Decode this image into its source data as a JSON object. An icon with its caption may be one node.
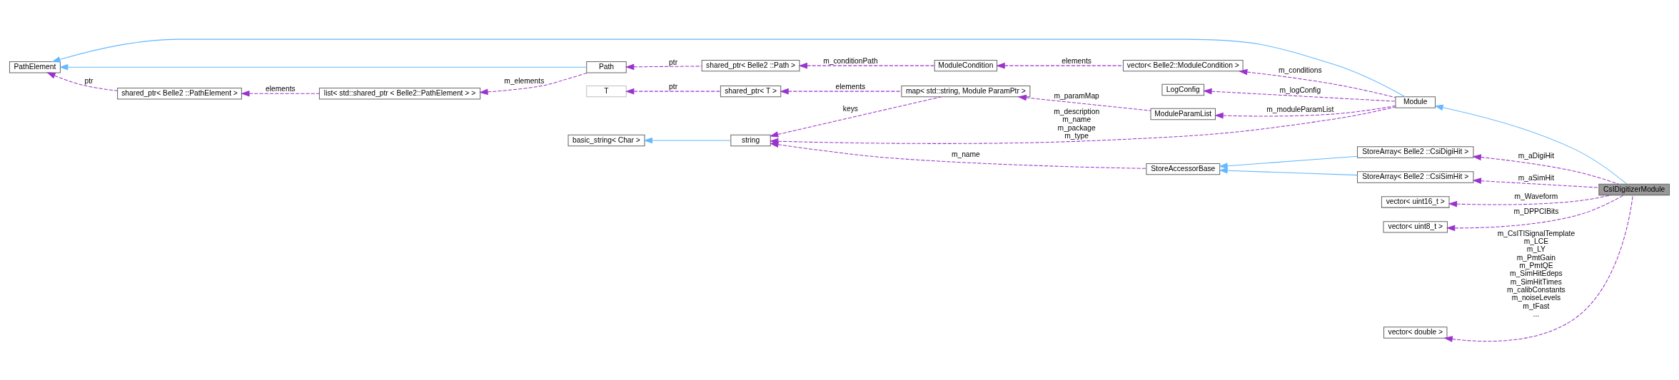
{
  "diagram": {
    "nodes": [
      {
        "text": [
          "CsIDigitizerModule"
        ]
      },
      {
        "text": [
          "Module"
        ]
      },
      {
        "text": [
          "PathElement"
        ]
      },
      {
        "text": [
          "Path"
        ]
      },
      {
        "text": [
          "list< std::shared_ptr < Belle2::PathElement > >"
        ]
      },
      {
        "text": [
          "shared_ptr< Belle2 ::PathElement >"
        ]
      },
      {
        "text": [
          "shared_ptr< Belle2 ::Path >"
        ]
      },
      {
        "text": [
          "ModuleCondition"
        ]
      },
      {
        "text": [
          "vector< Belle2::ModuleCondition >"
        ]
      },
      {
        "text": [
          "LogConfig"
        ]
      },
      {
        "text": [
          "ModuleParamList"
        ]
      },
      {
        "text": [
          "map< std::string, Module ParamPtr >"
        ]
      },
      {
        "text": [
          "shared_ptr< T >"
        ]
      },
      {
        "text": [
          "T"
        ]
      },
      {
        "text": [
          "string"
        ]
      },
      {
        "text": [
          "basic_string< Char >"
        ]
      },
      {
        "text": [
          "vector< uint16_t >"
        ]
      },
      {
        "text": [
          "vector< uint8_t >"
        ]
      },
      {
        "text": [
          "StoreArray< Belle2 ::CsiDigiHit >"
        ]
      },
      {
        "text": [
          "StoreArray< Belle2 ::CsiSimHit >"
        ]
      },
      {
        "text": [
          "StoreAccessorBase"
        ]
      },
      {
        "text": [
          "vector< double >"
        ]
      }
    ],
    "edges": [
      {
        "from": 3,
        "to": 2,
        "arrow": "to",
        "color": "#63b8ff"
      },
      {
        "from": 1,
        "to": 2,
        "arrow": "to",
        "color": "#63b8ff"
      },
      {
        "from": 5,
        "to": 2,
        "arrow": "to",
        "label": "ptr",
        "style": "dashed"
      },
      {
        "from": 4,
        "to": 5,
        "arrow": "to",
        "label": "elements",
        "style": "dashed"
      },
      {
        "from": 3,
        "to": 4,
        "arrow": "to",
        "label": "m_elements",
        "style": "dashed"
      },
      {
        "from": 6,
        "to": 3,
        "arrow": "to",
        "label": "ptr",
        "style": "dashed"
      },
      {
        "from": 7,
        "to": 6,
        "arrow": "to",
        "label": "m_conditionPath",
        "style": "dashed"
      },
      {
        "from": 8,
        "to": 7,
        "arrow": "to",
        "label": "elements",
        "style": "dashed"
      },
      {
        "from": 1,
        "to": 8,
        "arrow": "to",
        "label": "m_conditions",
        "style": "dashed"
      },
      {
        "from": 1,
        "to": 9,
        "arrow": "to",
        "label": "m_logConfig",
        "style": "dashed"
      },
      {
        "from": 0,
        "to": 1,
        "arrow": "to",
        "color": "#63b8ff"
      },
      {
        "from": 1,
        "to": 10,
        "arrow": "to",
        "label": "m_moduleParamList",
        "style": "dashed"
      },
      {
        "from": 10,
        "to": 11,
        "arrow": "to",
        "label": "m_paramMap",
        "style": "dashed"
      },
      {
        "from": 11,
        "to": 12,
        "arrow": "to",
        "label": "elements",
        "style": "dashed"
      },
      {
        "from": 12,
        "to": 13,
        "arrow": "to",
        "label": "ptr",
        "style": "dashed"
      },
      {
        "from": 11,
        "to": 14,
        "arrow": "to",
        "label": "keys",
        "style": "dashed"
      },
      {
        "from": 1,
        "to": 14,
        "arrow": "to",
        "label": "m_description m_name m_package m_type",
        "style": "dashed"
      },
      {
        "from": 14,
        "to": 15,
        "arrow": "to",
        "color": "#63b8ff"
      },
      {
        "from": 20,
        "to": 14,
        "arrow": "to",
        "label": "m_name",
        "style": "dashed"
      },
      {
        "from": 0,
        "to": 16,
        "arrow": "to",
        "label": "m_Waveform",
        "style": "dashed"
      },
      {
        "from": 0,
        "to": 17,
        "arrow": "to",
        "label": "m_DPPCIBits",
        "style": "dashed"
      },
      {
        "from": 0,
        "to": 18,
        "arrow": "to",
        "label": "m_aDigiHit",
        "style": "dashed"
      },
      {
        "from": 18,
        "to": 20,
        "arrow": "to",
        "color": "#63b8ff"
      },
      {
        "from": 0,
        "to": 19,
        "arrow": "to",
        "label": "m_aSimHit",
        "style": "dashed"
      },
      {
        "from": 19,
        "to": 20,
        "arrow": "to",
        "color": "#63b8ff"
      },
      {
        "from": 0,
        "to": 21,
        "arrow": "to",
        "label": "m_CsITlSignalTemplate m_LCE m_LY m_PmtGain m_PmtQE m_SimHitEdeps m_SimHitTimes m_calibConstants m_noiseLevels m_tFast ...",
        "style": "dashed"
      }
    ]
  }
}
